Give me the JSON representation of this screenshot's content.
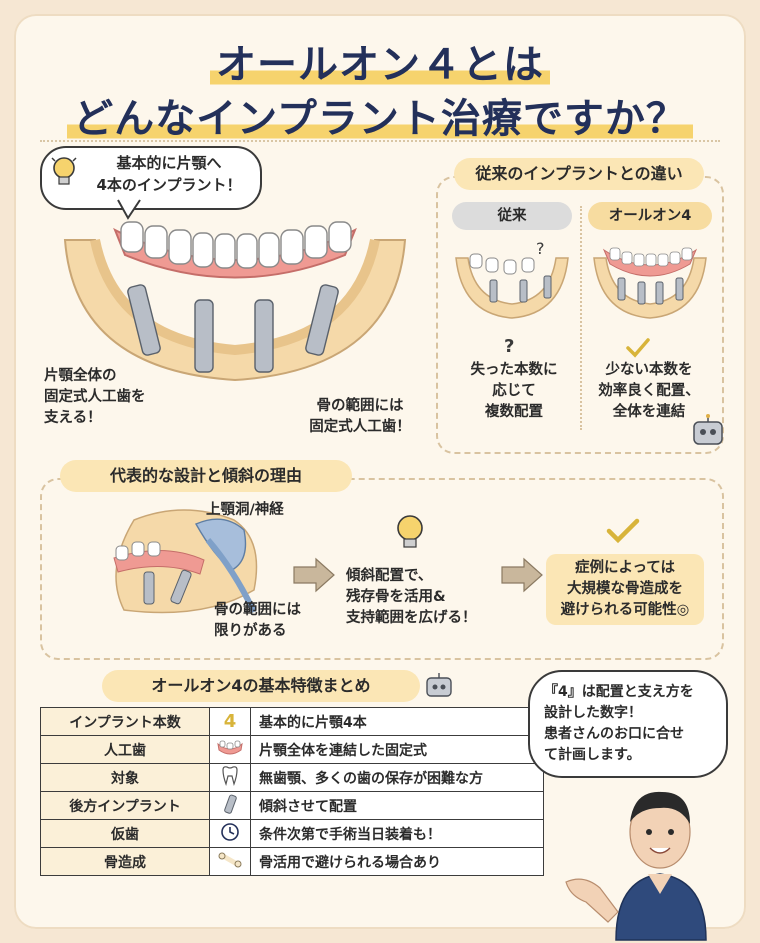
{
  "title": {
    "line1": "オールオン４とは",
    "line2": "どんなインプラント治療ですか？"
  },
  "hero": {
    "bubble": [
      "基本的に片顎へ",
      "4本のインプラント！"
    ],
    "caption_left": [
      "片顎全体の",
      "固定式人工歯を",
      "支える！"
    ],
    "caption_right": [
      "骨の範囲には",
      "固定式人工歯！"
    ]
  },
  "comparison": {
    "title": "従来のインプラントとの違い",
    "left": {
      "tag": "従来",
      "text": [
        "失った本数に",
        "応じて",
        "複数配置"
      ]
    },
    "right": {
      "tag": "オールオン4",
      "text": [
        "少ない本数を",
        "効率良く配置、",
        "全体を連結"
      ]
    },
    "colors": {
      "left_tag": "#dcdcdc",
      "right_tag": "#f7dca0"
    }
  },
  "design": {
    "title": "代表的な設計と傾斜の理由",
    "sinus_label": "上顎洞/神経",
    "limit_label": [
      "骨の範囲には",
      "限りがある"
    ],
    "middle": [
      "傾斜配置で、",
      "残存骨を活用&",
      "支持範囲を広げる！"
    ],
    "result": [
      "症例によっては",
      "大規模な骨造成を",
      "避けられる可能性◎"
    ]
  },
  "summary": {
    "title": "オールオン4の基本特徴まとめ",
    "rows": [
      {
        "key": "インプラント本数",
        "icon": "number-four-icon",
        "value": "基本的に片顎4本"
      },
      {
        "key": "人工歯",
        "icon": "denture-icon",
        "value": "片顎全体を連結した固定式"
      },
      {
        "key": "対象",
        "icon": "tooth-icon",
        "value": "無歯顎、多くの歯の保存が困難な方"
      },
      {
        "key": "後方インプラント",
        "icon": "implant-icon",
        "value": "傾斜させて配置"
      },
      {
        "key": "仮歯",
        "icon": "clock-icon",
        "value": "条件次第で手術当日装着も！"
      },
      {
        "key": "骨造成",
        "icon": "bone-icon",
        "value": "骨活用で避けられる場合あり"
      }
    ]
  },
  "doctor": {
    "speech": [
      "『4』は配置と支え方を",
      "設計した数字！",
      "患者さんのお口に合せ",
      "て計画します。"
    ]
  },
  "colors": {
    "navy": "#23305a",
    "highlight": "#f6d36d",
    "gum": "#ef9a93",
    "bone": "#f5d9a9"
  }
}
